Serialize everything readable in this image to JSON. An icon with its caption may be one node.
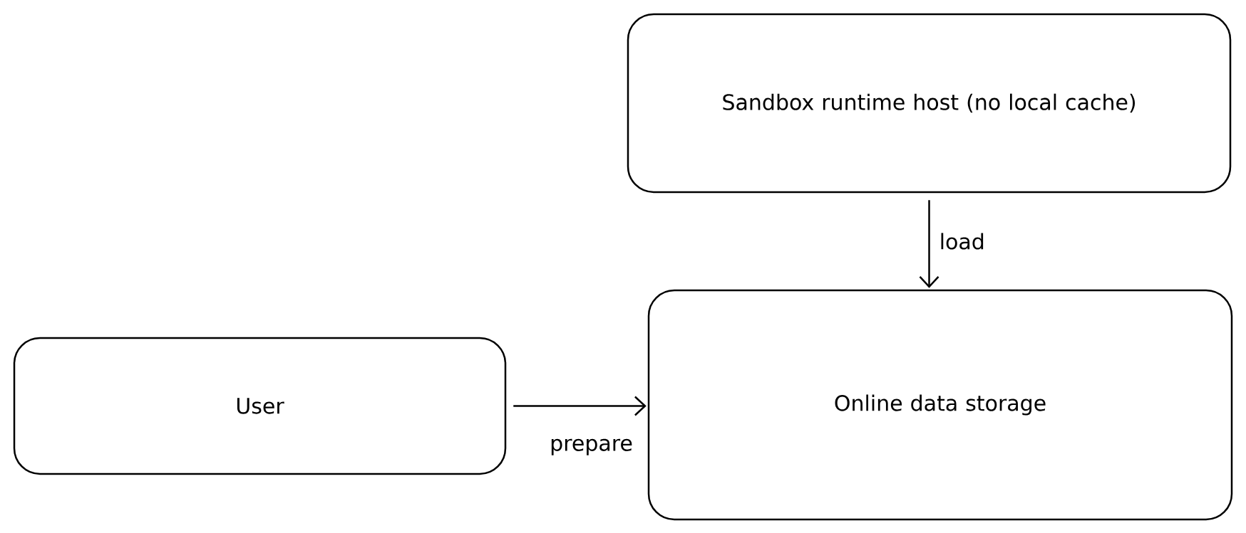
{
  "diagram": {
    "nodes": [
      {
        "text": [
          "Sandbox runtime host (no local cache)"
        ]
      },
      {
        "text": [
          "Online data storage"
        ]
      },
      {
        "text": [
          "User"
        ]
      }
    ],
    "edges": [
      {
        "from": 0,
        "to": 1,
        "arrow": "to",
        "label": "load"
      },
      {
        "from": 2,
        "to": 1,
        "arrow": "to",
        "label": "prepare"
      }
    ]
  }
}
